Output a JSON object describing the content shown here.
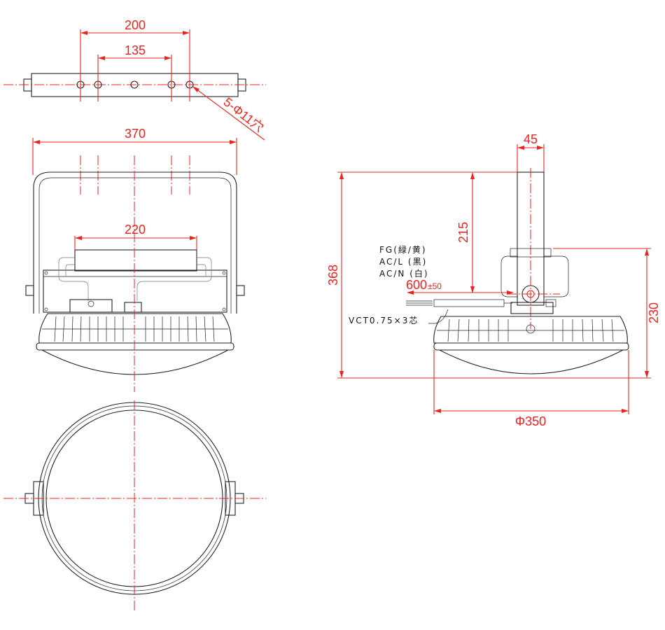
{
  "dimensions": {
    "bracket_span_outer": "200",
    "bracket_span_inner": "135",
    "hole_note": "5-Φ11穴",
    "bracket_width": "370",
    "box_width": "220",
    "side_width": "45",
    "height_total": "368",
    "height_bracket": "215",
    "height_body": "230",
    "cable_length": "600",
    "cable_tolerance": "±50",
    "diameter": "Φ350"
  },
  "wire_notes": {
    "line1": "FG(緑/黄)",
    "line2": "AC/L (黒)",
    "line3": "AC/N (白)",
    "cable": "VCT0.75×3芯"
  },
  "colors": {
    "dimension": "#e8251f",
    "outline": "#222222"
  }
}
